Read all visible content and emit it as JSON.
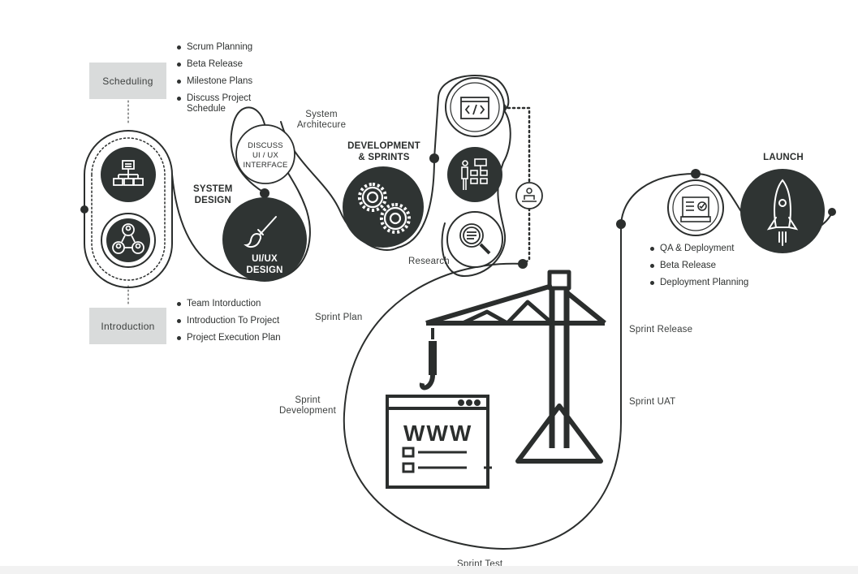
{
  "colors": {
    "dark": "#2f3433",
    "line": "#2b2e2d",
    "tag_bg": "#d9dbdb"
  },
  "tags": {
    "scheduling": "Scheduling",
    "introduction": "Introduction"
  },
  "scheduling_items": [
    "Scrum Planning",
    "Beta Release",
    "Milestone Plans",
    "Discuss Project\nSchedule"
  ],
  "introduction_items": [
    "Team Intorduction",
    "Introduction To Project",
    "Project Execution Plan"
  ],
  "labels": {
    "system_design": "SYSTEM\nDESIGN",
    "discuss_ui": "DISCUSS\nUI / UX\nINTERFACE",
    "system_architecture": "System\nArchitecure",
    "ui_ux_design": "UI/UX\nDESIGN",
    "development_sprints": "DEVELOPMENT\n& SPRINTS",
    "research": "Research",
    "launch": "LAUNCH",
    "sprint_plan": "Sprint Plan",
    "sprint_development": "Sprint\nDevelopment",
    "sprint_release": "Sprint Release",
    "sprint_uat": "Sprint UAT",
    "sprint_test": "Sprint Test",
    "www": "WWW"
  },
  "launch_items": [
    "QA & Deployment",
    "Beta Release",
    "Deployment Planning"
  ],
  "icons": [
    "hierarchy-icon",
    "team-icon",
    "brush-icon",
    "gears-icon",
    "code-icon",
    "presentation-icon",
    "magnifier-icon",
    "worker-icon",
    "checklist-icon",
    "rocket-icon",
    "crane-icon",
    "browser-icon"
  ]
}
